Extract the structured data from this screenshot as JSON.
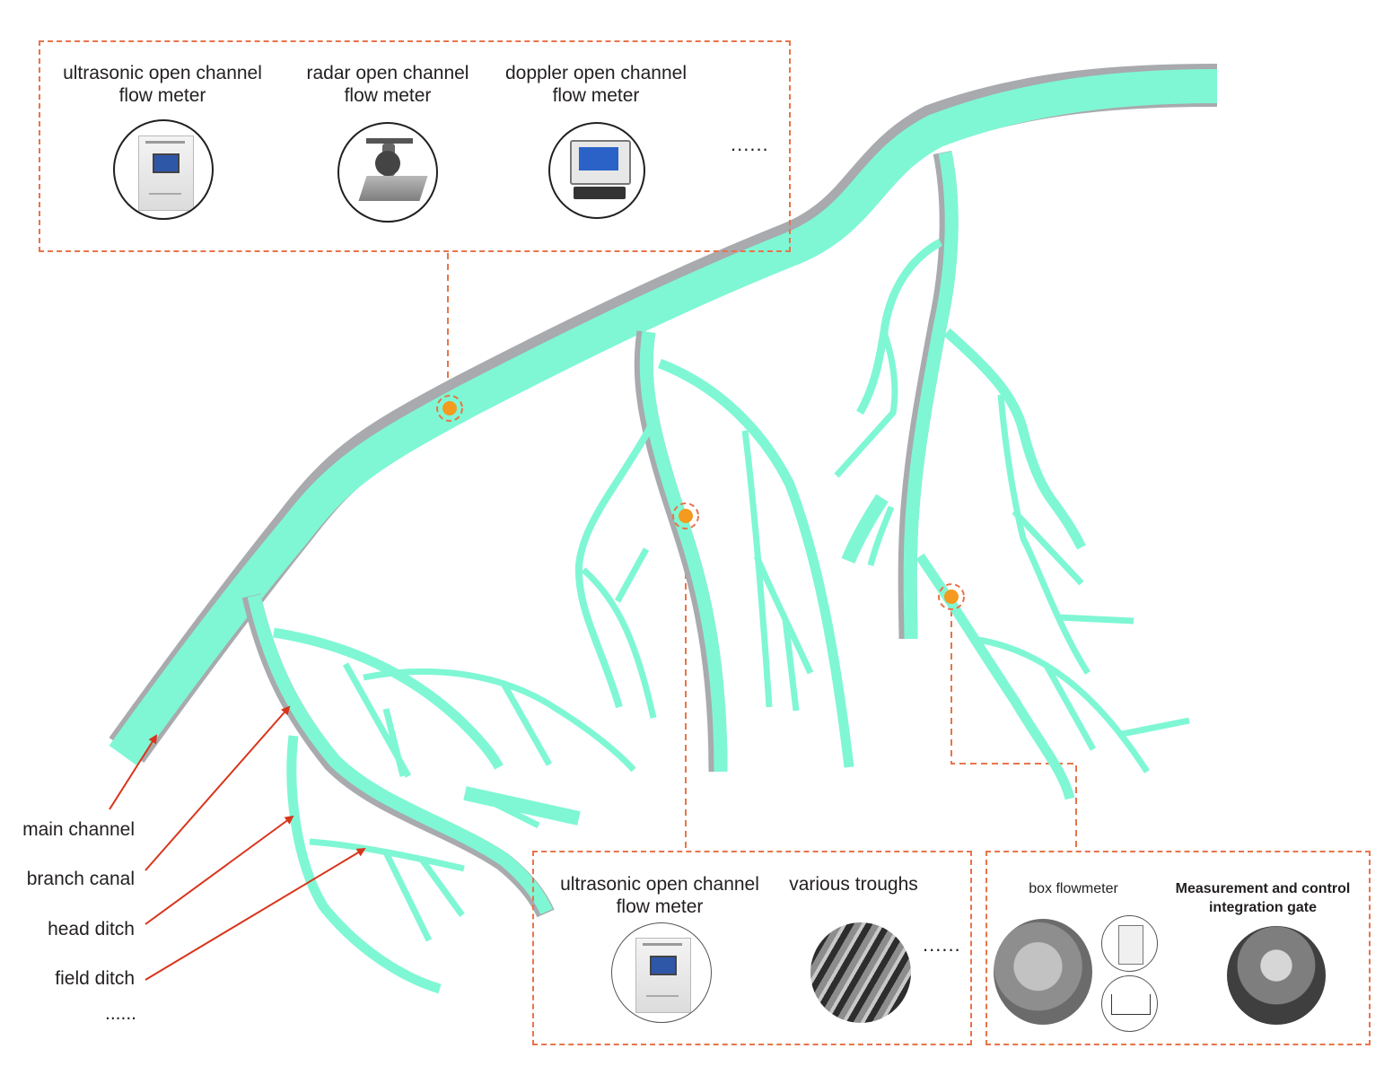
{
  "top_panel": {
    "devices": [
      {
        "label": "ultrasonic open channel\nflow meter",
        "icon": "controller-box-icon"
      },
      {
        "label": "radar open channel\nflow meter",
        "icon": "radar-sensor-icon"
      },
      {
        "label": "doppler open channel\nflow meter",
        "icon": "doppler-meter-icon"
      }
    ],
    "more": "......"
  },
  "bottom_mid_panel": {
    "devices": [
      {
        "label": "ultrasonic open channel\nflow meter",
        "icon": "controller-box-icon"
      },
      {
        "label": "various troughs",
        "icon": "trough-photo-icon"
      }
    ],
    "more": "......"
  },
  "bottom_right_panel": {
    "devices": [
      {
        "label": "box flowmeter",
        "icon": "box-flowmeter-photo-icon"
      },
      {
        "label": "Measurement and control\nintegration gate",
        "icon": "gate-photo-icon"
      }
    ]
  },
  "legend": {
    "items": [
      "main channel",
      "branch canal",
      "head ditch",
      "field ditch"
    ],
    "more": "......"
  },
  "colors": {
    "water": "#7ff7d4",
    "bank": "#a8aaad",
    "dash": "#e8744a",
    "marker": "#f39a1f",
    "arrow": "#d9341c"
  }
}
